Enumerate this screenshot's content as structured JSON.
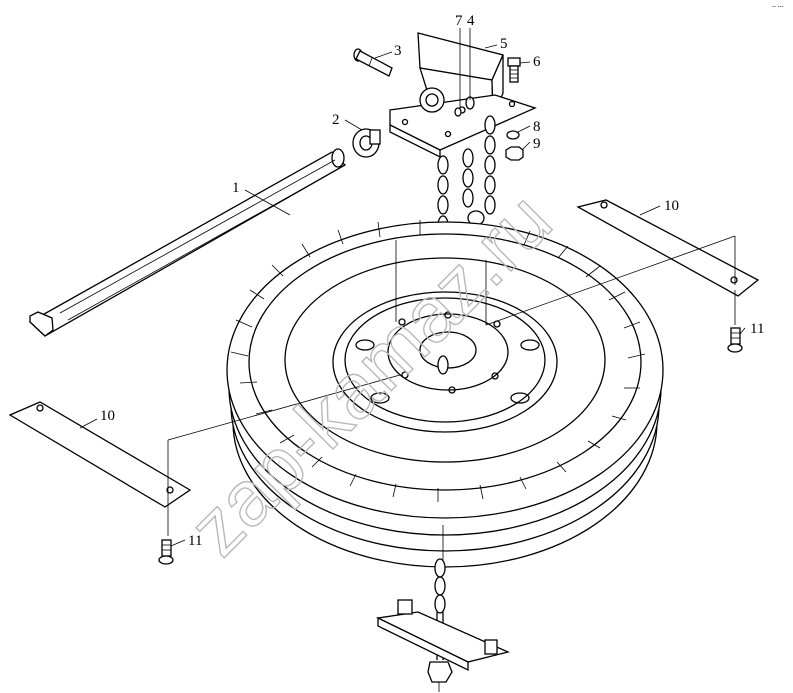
{
  "figure": {
    "watermark": "zap-kamaz.ru",
    "corner_mark": "-- ---",
    "callouts": {
      "c1": "1",
      "c2": "2",
      "c3": "3",
      "c4": "4",
      "c5": "5",
      "c6": "6",
      "c7": "7",
      "c8": "8",
      "c9": "9",
      "c10a": "10",
      "c10b": "10",
      "c11a": "11",
      "c11b": "11"
    }
  }
}
